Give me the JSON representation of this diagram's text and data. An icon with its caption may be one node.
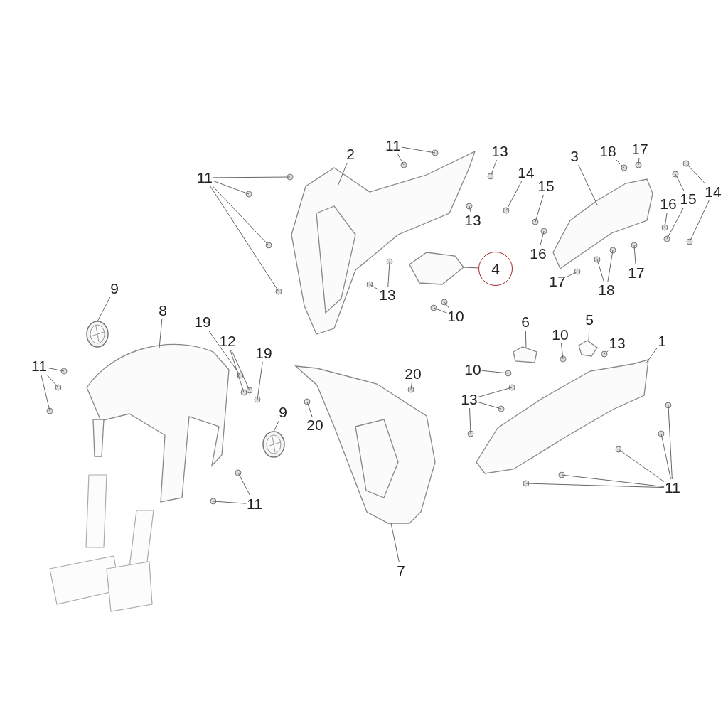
{
  "diagram": {
    "nodes": [
      {
        "text": [
          "11"
        ]
      },
      {
        "text": [
          "2"
        ]
      },
      {
        "text": [
          "13"
        ]
      },
      {
        "text": [
          "3"
        ]
      },
      {
        "text": [
          "18"
        ]
      },
      {
        "text": [
          "17"
        ]
      },
      {
        "text": [
          "11"
        ]
      },
      {
        "text": [
          "14"
        ]
      },
      {
        "text": [
          "14"
        ]
      },
      {
        "text": [
          "15"
        ]
      },
      {
        "text": [
          "13"
        ]
      },
      {
        "text": [
          "16"
        ]
      },
      {
        "text": [
          "15"
        ]
      },
      {
        "text": [
          "16"
        ]
      },
      {
        "text": [
          "4"
        ]
      },
      {
        "text": [
          "17"
        ]
      },
      {
        "text": [
          "17"
        ]
      },
      {
        "text": [
          "18"
        ]
      },
      {
        "text": [
          "13"
        ]
      },
      {
        "text": [
          "10"
        ]
      },
      {
        "text": [
          "9"
        ]
      },
      {
        "text": [
          "8"
        ]
      },
      {
        "text": [
          "19"
        ]
      },
      {
        "text": [
          "6"
        ]
      },
      {
        "text": [
          "5"
        ]
      },
      {
        "text": [
          "12"
        ]
      },
      {
        "text": [
          "19"
        ]
      },
      {
        "text": [
          "10"
        ]
      },
      {
        "text": [
          "1"
        ]
      },
      {
        "text": [
          "13"
        ]
      },
      {
        "text": [
          "11"
        ]
      },
      {
        "text": [
          "10"
        ]
      },
      {
        "text": [
          "20"
        ]
      },
      {
        "text": [
          "13"
        ]
      },
      {
        "text": [
          "9"
        ]
      },
      {
        "text": [
          "20"
        ]
      },
      {
        "text": [
          "11"
        ]
      },
      {
        "text": [
          "11"
        ]
      },
      {
        "text": [
          "7"
        ]
      },
      {
        "text": [],
        "shape": "picture"
      },
      {
        "text": [],
        "shape": "picture"
      },
      {
        "text": [],
        "shape": "picture"
      },
      {
        "text": [],
        "shape": "picture"
      },
      {
        "text": [],
        "shape": "picture"
      },
      {
        "text": [],
        "shape": "picture"
      },
      {
        "text": [],
        "shape": "picture"
      },
      {
        "text": [],
        "shape": "picture"
      },
      {
        "text": [],
        "shape": "picture"
      },
      {
        "text": [],
        "shape": "picture"
      }
    ],
    "edges": [
      {
        "from": 0,
        "to": null,
        "arrow": "none"
      },
      {
        "from": 0,
        "to": null,
        "arrow": "none"
      },
      {
        "from": 1,
        "to": 39,
        "arrow": "none"
      },
      {
        "from": 2,
        "to": null,
        "arrow": "none"
      },
      {
        "from": 3,
        "to": 40,
        "arrow": "none"
      },
      {
        "from": 4,
        "to": null,
        "arrow": "none"
      },
      {
        "from": 5,
        "to": null,
        "arrow": "none"
      },
      {
        "from": 6,
        "to": null,
        "arrow": "none"
      },
      {
        "from": 6,
        "to": null,
        "arrow": "none"
      },
      {
        "from": 6,
        "to": null,
        "arrow": "none"
      },
      {
        "from": 6,
        "to": null,
        "arrow": "none"
      },
      {
        "from": 7,
        "to": null,
        "arrow": "none"
      },
      {
        "from": 8,
        "to": null,
        "arrow": "none"
      },
      {
        "from": 8,
        "to": null,
        "arrow": "none"
      },
      {
        "from": 9,
        "to": null,
        "arrow": "none"
      },
      {
        "from": 10,
        "to": null,
        "arrow": "none"
      },
      {
        "from": 11,
        "to": null,
        "arrow": "none"
      },
      {
        "from": 12,
        "to": null,
        "arrow": "none"
      },
      {
        "from": 12,
        "to": null,
        "arrow": "none"
      },
      {
        "from": 13,
        "to": null,
        "arrow": "none"
      },
      {
        "from": 14,
        "to": 41,
        "arrow": "none"
      },
      {
        "from": 15,
        "to": null,
        "arrow": "none"
      },
      {
        "from": 16,
        "to": null,
        "arrow": "none"
      },
      {
        "from": 17,
        "to": null,
        "arrow": "none"
      },
      {
        "from": 17,
        "to": null,
        "arrow": "none"
      },
      {
        "from": 18,
        "to": null,
        "arrow": "none"
      },
      {
        "from": 18,
        "to": null,
        "arrow": "none"
      },
      {
        "from": 19,
        "to": null,
        "arrow": "none"
      },
      {
        "from": 19,
        "to": null,
        "arrow": "none"
      },
      {
        "from": 20,
        "to": 42,
        "arrow": "none"
      },
      {
        "from": 21,
        "to": 43,
        "arrow": "none"
      },
      {
        "from": 22,
        "to": null,
        "arrow": "none"
      },
      {
        "from": 23,
        "to": 44,
        "arrow": "none"
      },
      {
        "from": 24,
        "to": 45,
        "arrow": "none"
      },
      {
        "from": 25,
        "to": null,
        "arrow": "none"
      },
      {
        "from": 25,
        "to": null,
        "arrow": "none"
      },
      {
        "from": 26,
        "to": null,
        "arrow": "none"
      },
      {
        "from": 27,
        "to": null,
        "arrow": "none"
      },
      {
        "from": 28,
        "to": 46,
        "arrow": "none"
      },
      {
        "from": 29,
        "to": null,
        "arrow": "none"
      },
      {
        "from": 30,
        "to": null,
        "arrow": "none"
      },
      {
        "from": 30,
        "to": null,
        "arrow": "none"
      },
      {
        "from": 30,
        "to": null,
        "arrow": "none"
      },
      {
        "from": 31,
        "to": null,
        "arrow": "none"
      },
      {
        "from": 32,
        "to": null,
        "arrow": "none"
      },
      {
        "from": 33,
        "to": null,
        "arrow": "none"
      },
      {
        "from": 33,
        "to": null,
        "arrow": "none"
      },
      {
        "from": 33,
        "to": null,
        "arrow": "none"
      },
      {
        "from": 34,
        "to": 47,
        "arrow": "none"
      },
      {
        "from": 35,
        "to": null,
        "arrow": "none"
      },
      {
        "from": 36,
        "to": null,
        "arrow": "none"
      },
      {
        "from": 36,
        "to": null,
        "arrow": "none"
      },
      {
        "from": 36,
        "to": null,
        "arrow": "none"
      },
      {
        "from": 36,
        "to": null,
        "arrow": "none"
      },
      {
        "from": 36,
        "to": null,
        "arrow": "none"
      },
      {
        "from": 37,
        "to": null,
        "arrow": "none"
      },
      {
        "from": 37,
        "to": null,
        "arrow": "none"
      },
      {
        "from": 38,
        "to": 48,
        "arrow": "none"
      }
    ]
  }
}
